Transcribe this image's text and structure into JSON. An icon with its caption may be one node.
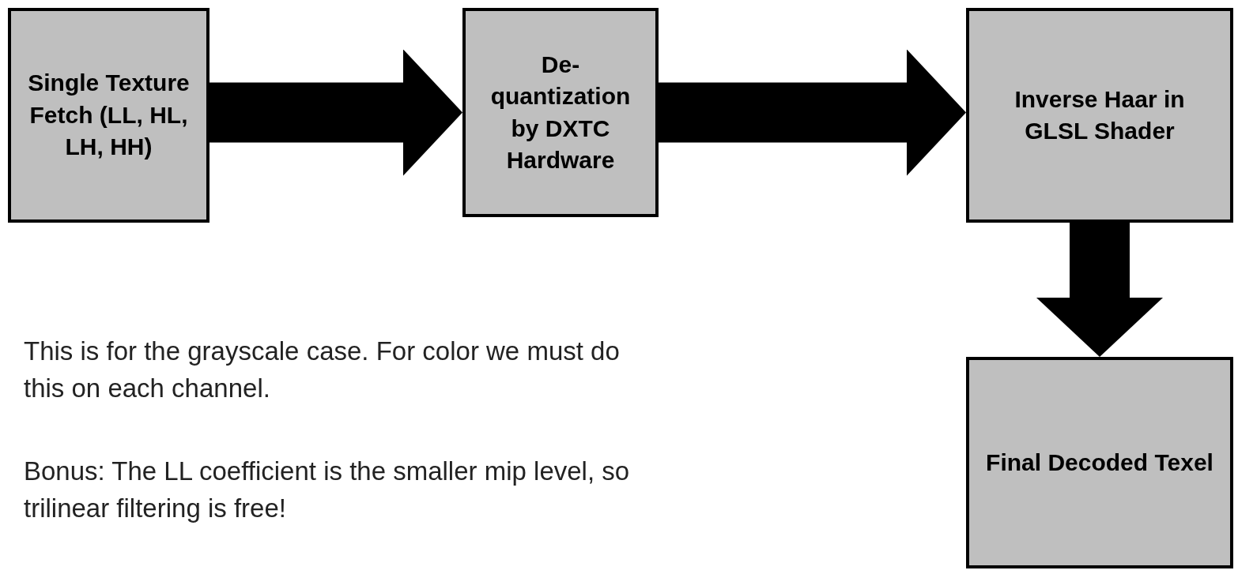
{
  "diagram": {
    "nodes": [
      {
        "text": [
          "Single Texture Fetch (LL, HL, LH, HH)"
        ]
      },
      {
        "text": [
          "De-quantization by DXTC Hardware"
        ]
      },
      {
        "text": [
          "Inverse Haar in GLSL Shader"
        ]
      },
      {
        "text": [
          "Final Decoded Texel"
        ]
      }
    ],
    "edges": [
      {
        "from": 0,
        "to": 1,
        "arrow": "to"
      },
      {
        "from": 1,
        "to": 2,
        "arrow": "to"
      },
      {
        "from": 2,
        "to": 3,
        "arrow": "to"
      }
    ],
    "labels": [
      "This is for the grayscale case. For color we must do this on each channel.",
      "Bonus: The LL coefficient is the smaller mip level, so trilinear filtering is free!"
    ]
  }
}
